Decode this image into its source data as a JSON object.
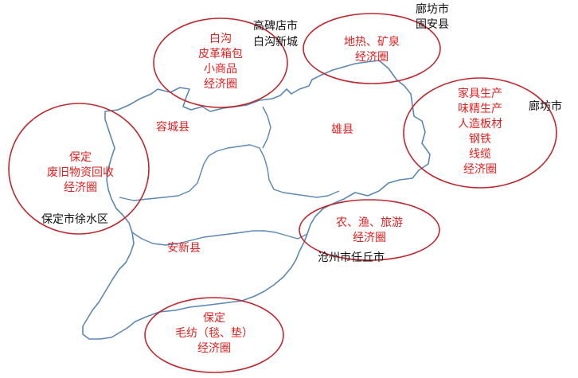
{
  "colors": {
    "boundary": "#5b87b5",
    "circle": "#c0272d",
    "zone_text": "#e32020",
    "county_text": "#e32020",
    "place_text": "#111111"
  },
  "zones": [
    {
      "id": "baigou",
      "lines": [
        "白沟",
        "皮革箱包",
        "小商品",
        "经济圈"
      ]
    },
    {
      "id": "geothermal",
      "lines": [
        "地热、矿泉",
        "经济圈"
      ]
    },
    {
      "id": "furniture",
      "lines": [
        "家具生产",
        "味精生产",
        "人造板材",
        "钢铁",
        "线缆",
        "经济圈"
      ]
    },
    {
      "id": "recycling",
      "lines": [
        "保定",
        "废旧物资回收",
        "经济圈"
      ]
    },
    {
      "id": "agri",
      "lines": [
        "农、渔、旅游",
        "经济圈"
      ]
    },
    {
      "id": "textile",
      "lines": [
        "保定",
        "毛纺（毯、垫）",
        "经济圈"
      ]
    }
  ],
  "counties": {
    "rongcheng": "容城县",
    "xiongxian": "雄县",
    "anxin": "安新县"
  },
  "places": {
    "gaobeidian_line1": "高碑店市",
    "gaobeidian_line2": "白沟新城",
    "langfang_line1": "廊坊市",
    "langfang_line2": "固安县",
    "langfang_right": "廊坊市",
    "xushui": "保定市徐水区",
    "renqiu": "沧州市任丘市"
  }
}
